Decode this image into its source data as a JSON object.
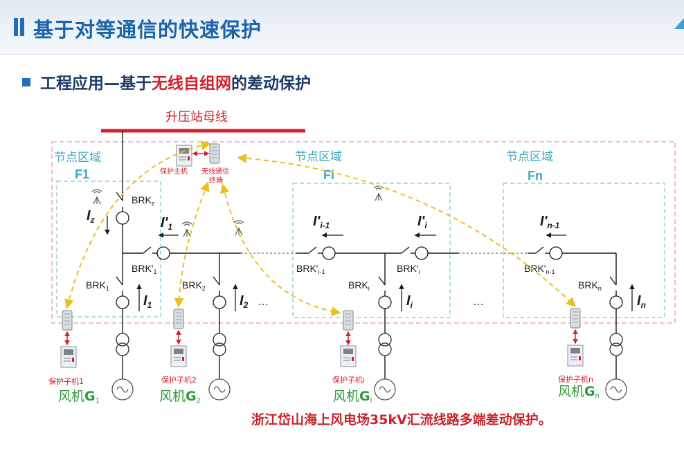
{
  "header": {
    "title": "基于对等通信的快速保护"
  },
  "subheading": {
    "prefix": "工程应用—基于",
    "highlight": "无线自组网",
    "suffix": "的差动保护"
  },
  "busbar": {
    "label": "升压站母线"
  },
  "central": {
    "protection_host": "保护主机",
    "wireless_terminal_line1": "无线通信",
    "wireless_terminal_line2": "终端"
  },
  "zones": [
    {
      "label": "节点区域",
      "name": "F1"
    },
    {
      "label": "节点区域",
      "name": "Fi"
    },
    {
      "label": "节点区域",
      "name": "Fn"
    }
  ],
  "breakers": {
    "brk_z": {
      "base": "BRK",
      "sub": "z"
    },
    "brk1p": {
      "base": "BRK'",
      "sub": "1"
    },
    "brkim1p": {
      "base": "BRK'",
      "sub": "i-1"
    },
    "brkip": {
      "base": "BRK'",
      "sub": "i"
    },
    "brknm1p": {
      "base": "BRK'",
      "sub": "n-1"
    },
    "brk1": {
      "base": "BRK",
      "sub": "1"
    },
    "brk2": {
      "base": "BRK",
      "sub": "2"
    },
    "brki": {
      "base": "BRK",
      "sub": "i"
    },
    "brkn": {
      "base": "BRK",
      "sub": "n"
    }
  },
  "currents": {
    "iz": {
      "base": "I",
      "sub": "z"
    },
    "i1p": {
      "base": "I'",
      "sub": "1"
    },
    "iim1p": {
      "base": "I'",
      "sub": "i-1"
    },
    "iip": {
      "base": "I'",
      "sub": "i"
    },
    "inm1p": {
      "base": "I'",
      "sub": "n-1"
    },
    "i1": {
      "base": "I",
      "sub": "1"
    },
    "i2": {
      "base": "I",
      "sub": "2"
    },
    "ii": {
      "base": "I",
      "sub": "i"
    },
    "in": {
      "base": "I",
      "sub": "n"
    }
  },
  "ellipsis": "…",
  "sub_units": [
    {
      "label": "保护子机1",
      "turbine": "风机",
      "g": "G",
      "gsub": "1"
    },
    {
      "label": "保护子机2",
      "turbine": "风机",
      "g": "G",
      "gsub": "2"
    },
    {
      "label": "保护子机i",
      "turbine": "风机",
      "g": "G",
      "gsub": "i"
    },
    {
      "label": "保护子机n",
      "turbine": "风机",
      "g": "G",
      "gsub": "n"
    }
  ],
  "caption": "浙江岱山海上风电场35kV汇流线路多端差动保护。",
  "colors": {
    "title_blue": "#1a63a8",
    "red": "#d4202a",
    "zone_outer": "#e59aa8",
    "zone_inner": "#7fc6d4",
    "wireless_link": "#e8c020",
    "turbine_green": "#2f9a3a",
    "line": "#1a1a1a"
  }
}
